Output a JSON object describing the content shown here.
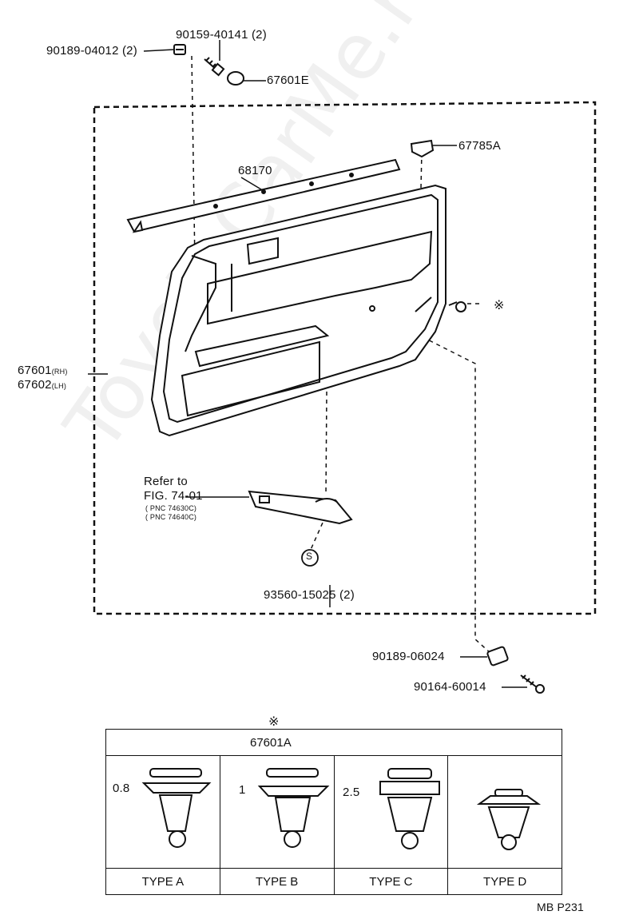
{
  "watermark": "ToyotaCarMe.ru",
  "parts": {
    "bolt_top": "90159-40141 (2)",
    "nut_top": "90189-04012 (2)",
    "cap": "67601E",
    "bracket": "67785A",
    "weatherstrip": "68170",
    "panel_rh": "67601",
    "panel_rh_suffix": "(RH)",
    "panel_lh": "67602",
    "panel_lh_suffix": "(LH)",
    "screw": "93560-15025 (2)",
    "nut_bottom": "90189-06024",
    "bolt_bottom": "90164-60014"
  },
  "reference": {
    "line1": "Refer to",
    "line2": "FIG. 74-01",
    "pnc1": "( PNC 74630C)",
    "pnc2": "( PNC 74640C)"
  },
  "symbols": {
    "note_mark": "※",
    "screw_mark": "S"
  },
  "clip_table": {
    "part_number": "67601A",
    "types": [
      {
        "label": "TYPE A",
        "dimension": "0.8"
      },
      {
        "label": "TYPE B",
        "dimension": "1"
      },
      {
        "label": "TYPE C",
        "dimension": "2.5"
      },
      {
        "label": "TYPE D",
        "dimension": ""
      }
    ]
  },
  "page_code": "MB P231"
}
